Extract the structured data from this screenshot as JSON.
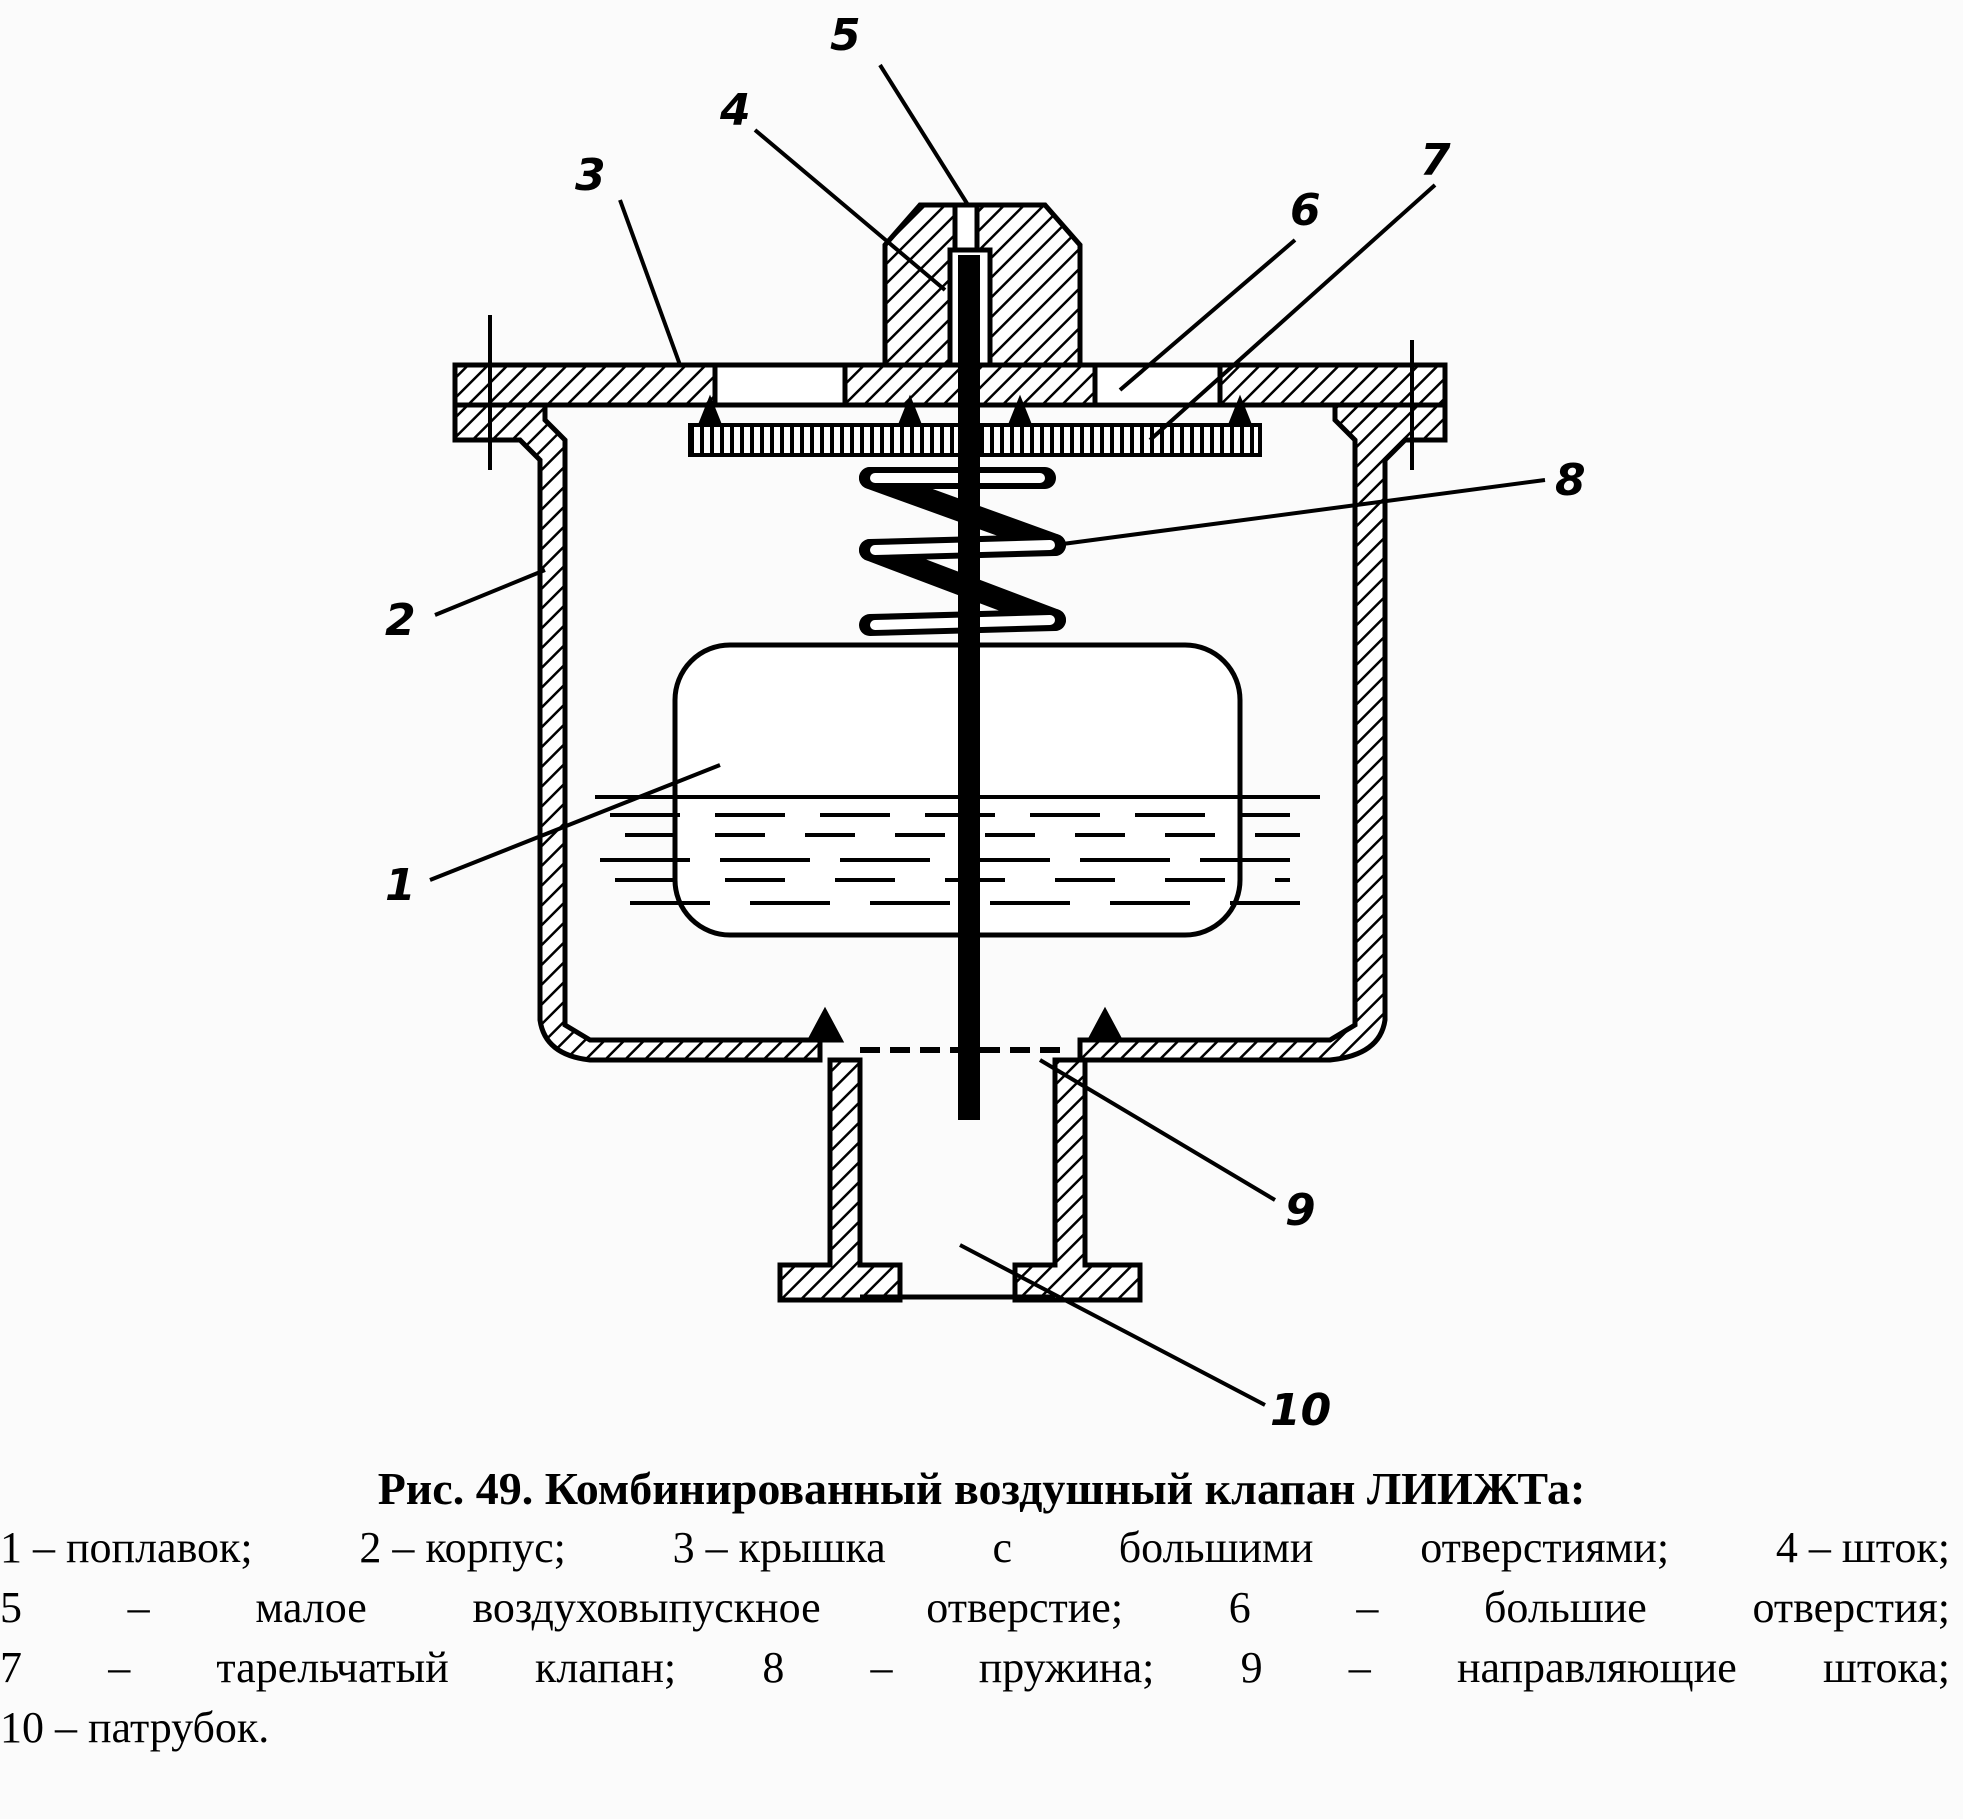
{
  "labels": [
    "5",
    "4",
    "3",
    "7",
    "6",
    "8",
    "2",
    "1",
    "9",
    "10"
  ],
  "caption": {
    "title": "Рис. 49. Комбинированный воздушный клапан ЛИИЖТа:",
    "lines": [
      [
        "1 – поплавок;",
        "2 – корпус;",
        "3 – крышка",
        "с",
        "большими",
        "отверстиями;",
        "4 – шток;"
      ],
      [
        "5",
        "–",
        "малое",
        "воздуховыпускное",
        "отверстие;",
        "6",
        "–",
        "большие",
        "отверстия;"
      ],
      [
        "7",
        "–",
        "тарельчатый",
        "клапан;",
        "8",
        "–",
        "пружина;",
        "9",
        "–",
        "направляющие",
        "штока;"
      ],
      [
        "10 – патрубок."
      ]
    ]
  }
}
